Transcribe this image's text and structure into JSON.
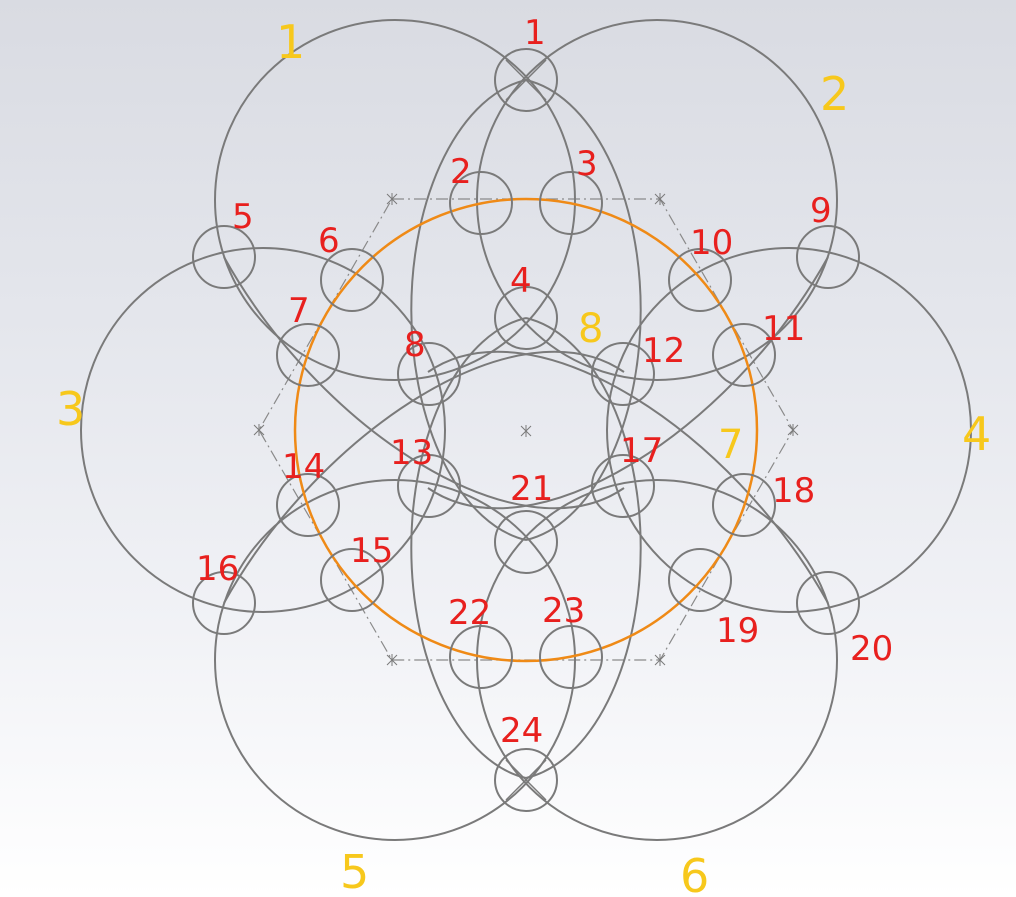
{
  "colors": {
    "outline": "#7a7a7a",
    "center_circle": "#ef8a16",
    "small_hole_labels": "#e8201e",
    "large_circle_labels": "#f7c81c"
  },
  "large_circle_labels": [
    "1",
    "2",
    "3",
    "4",
    "5",
    "6",
    "7",
    "8"
  ],
  "small_circle_labels": [
    "1",
    "2",
    "3",
    "4",
    "5",
    "6",
    "7",
    "8",
    "9",
    "10",
    "11",
    "12",
    "13",
    "14",
    "15",
    "16",
    "17",
    "18",
    "19",
    "20",
    "21",
    "22",
    "23",
    "24"
  ]
}
